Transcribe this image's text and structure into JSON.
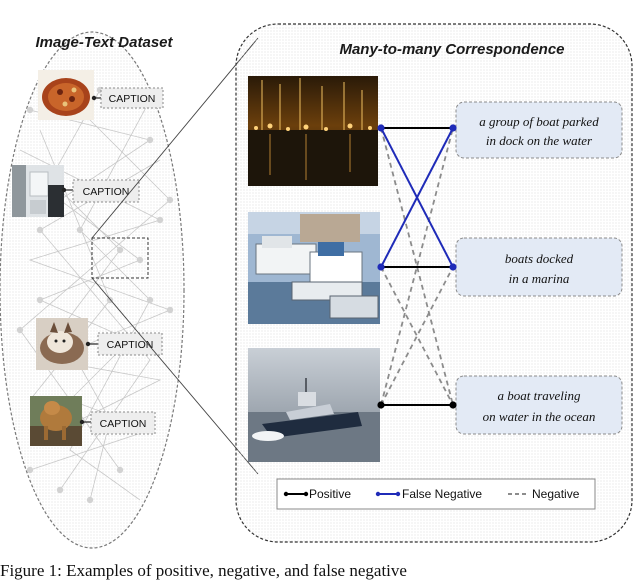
{
  "dataset": {
    "title": "Image-Text Dataset",
    "entries": [
      {
        "thumb": "pizza-photo",
        "caption": "CAPTION"
      },
      {
        "thumb": "bathroom-photo",
        "caption": "CAPTION"
      },
      {
        "thumb": "cat-photo",
        "caption": "CAPTION"
      },
      {
        "thumb": "dog-photo",
        "caption": "CAPTION"
      }
    ]
  },
  "correspondence": {
    "title": "Many-to-many Correspondence",
    "images": [
      {
        "name": "night-harbor-photo"
      },
      {
        "name": "marina-boats-photo"
      },
      {
        "name": "speedboat-photo"
      }
    ],
    "captions": [
      {
        "line1": "a group of boat parked",
        "line2": "in  dock on the water"
      },
      {
        "line1": "boats docked",
        "line2": "in a marina"
      },
      {
        "line1": "a boat traveling",
        "line2": "on water in the ocean"
      }
    ],
    "links": [
      {
        "from": 1,
        "to": 1,
        "type": "positive"
      },
      {
        "from": 2,
        "to": 2,
        "type": "positive"
      },
      {
        "from": 3,
        "to": 3,
        "type": "positive"
      },
      {
        "from": 1,
        "to": 2,
        "type": "false_negative"
      },
      {
        "from": 2,
        "to": 1,
        "type": "false_negative"
      },
      {
        "from": 1,
        "to": 3,
        "type": "negative"
      },
      {
        "from": 2,
        "to": 3,
        "type": "negative"
      },
      {
        "from": 3,
        "to": 1,
        "type": "negative"
      },
      {
        "from": 3,
        "to": 2,
        "type": "negative"
      }
    ]
  },
  "legend": {
    "positive": "Positive",
    "false_negative": "False Negative",
    "negative": "Negative"
  },
  "caption_fragment": "Figure 1: Examples of positive, negative, and false negative",
  "colors": {
    "positive": "#000000",
    "false_negative": "#1f2bb8",
    "negative": "#8c8c8c",
    "caption_box": "#e3eaf5"
  }
}
